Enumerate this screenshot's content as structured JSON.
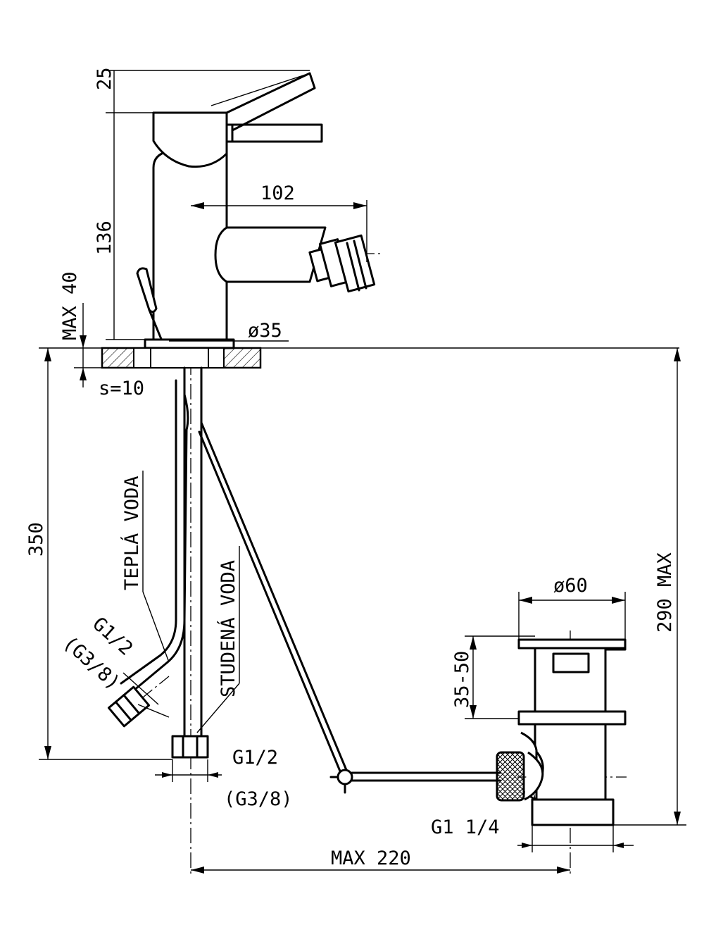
{
  "dimensions": {
    "lever_tilt": "25",
    "body_height": "136",
    "spout_reach": "102",
    "deck_thickness_max": "MAX 40",
    "base_diameter": "ø35",
    "slab_thickness": "s=10",
    "hose_length": "350",
    "drain_height_max": "290 MAX",
    "waste_cap_diameter": "ø60",
    "waste_range": "35-50",
    "rod_reach_max": "MAX 220"
  },
  "labels": {
    "hot_water": "TEPLÁ VODA",
    "cold_water": "STUDENÁ VODA",
    "hot_thread": "G1/2",
    "hot_thread_alt": "(G3/8)",
    "cold_thread": "G1/2",
    "cold_thread_alt": "(G3/8)",
    "waste_thread": "G1 1/4"
  }
}
